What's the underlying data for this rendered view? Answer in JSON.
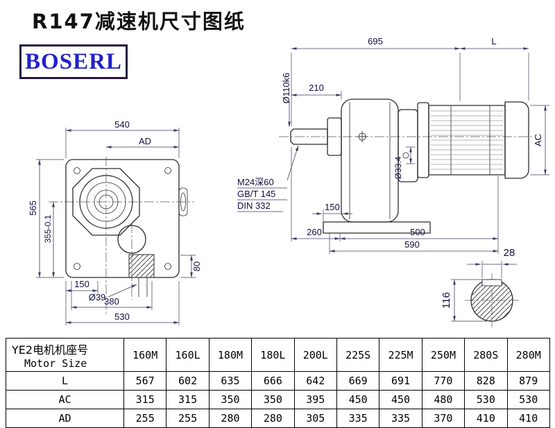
{
  "title": "R147减速机尺寸图纸",
  "logo": "BOSERL",
  "front": {
    "d540": "540",
    "dAD": "AD",
    "d565": "565",
    "d355": "355-0.1",
    "d150": "150",
    "d39": "Ø39",
    "d380": "380",
    "d530": "530",
    "d80": "80"
  },
  "side": {
    "d695": "695",
    "dL": "L",
    "d210": "210",
    "d110": "Ø110k6",
    "m24": "M24深60",
    "gbt": "GB/T 145",
    "din": "DIN 332",
    "d334": "Ø33.4",
    "d150": "150",
    "d260": "260",
    "d500": "500",
    "d590": "590",
    "dAC": "AC"
  },
  "section": {
    "d28": "28",
    "d116": "116"
  },
  "table": {
    "header_cn": "YE2电机机座号",
    "header_en": "Motor Size",
    "columns": [
      "160M",
      "160L",
      "180M",
      "180L",
      "200L",
      "225S",
      "225M",
      "250M",
      "280S",
      "280M"
    ],
    "rows": [
      {
        "label": "L",
        "values": [
          "567",
          "602",
          "635",
          "666",
          "642",
          "669",
          "691",
          "770",
          "828",
          "879"
        ]
      },
      {
        "label": "AC",
        "values": [
          "315",
          "315",
          "350",
          "350",
          "395",
          "450",
          "450",
          "480",
          "530",
          "530"
        ]
      },
      {
        "label": "AD",
        "values": [
          "255",
          "255",
          "280",
          "280",
          "305",
          "335",
          "335",
          "370",
          "410",
          "410"
        ]
      }
    ]
  }
}
